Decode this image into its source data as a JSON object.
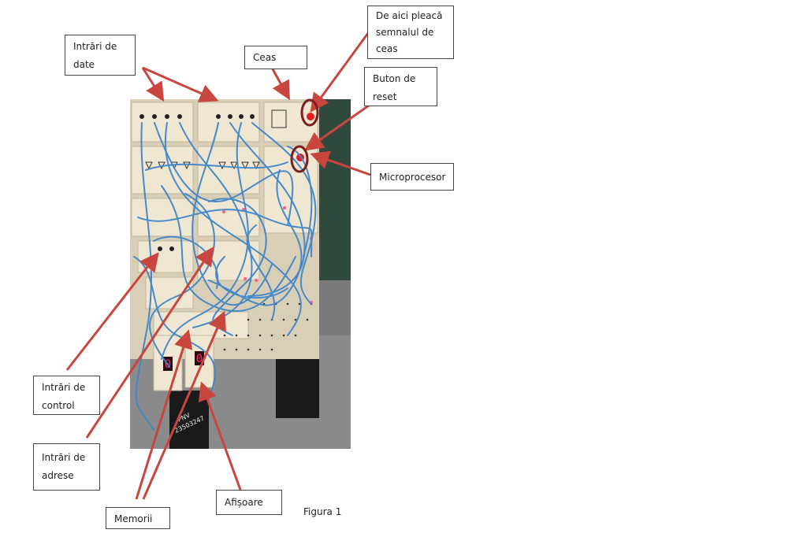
{
  "figure": {
    "caption": "Figura 1",
    "photo_description": "Breadboard-style digital logic trainer with blue patch cables, seven-segment displays, LEDs and a red reset button",
    "annotation_color": "#c9463f",
    "circle_color": "#7a1f1f",
    "seven_segment_values": [
      "0",
      "0"
    ],
    "sticker_text": [
      "PNV",
      "23503247"
    ]
  },
  "labels": {
    "data_inputs": {
      "line1": "Intrări de",
      "line2": "date"
    },
    "clock": {
      "line1": "Ceas"
    },
    "clock_source": {
      "line1": "De aici pleacă",
      "line2": "semnalul de",
      "line3": "ceas"
    },
    "reset_button": {
      "line1": "Buton de",
      "line2": "reset"
    },
    "microprocessor": {
      "line1": "Microprocesor"
    },
    "control_inputs": {
      "line1": "Intrări de",
      "line2": "control"
    },
    "address_inputs": {
      "line1": "Intrări de",
      "line2": "adrese"
    },
    "memories": {
      "line1": "Memorii"
    },
    "displays": {
      "line1": "Afișoare"
    }
  }
}
